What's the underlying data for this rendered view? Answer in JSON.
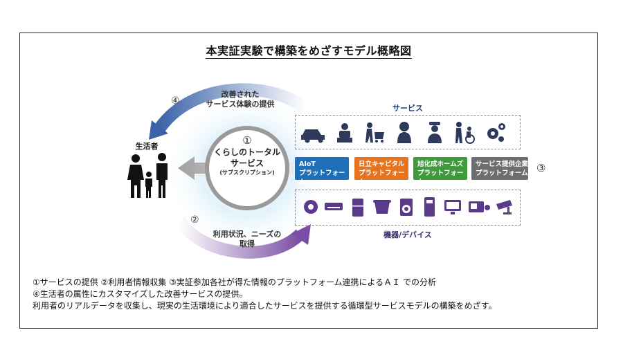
{
  "title": "本実証実験で構築をめざすモデル概略図",
  "consumer": {
    "label": "生活者"
  },
  "arcs": {
    "top": {
      "number": "④",
      "line1": "改善された",
      "line2": "サービス体験の提供"
    },
    "bottom": {
      "number": "②",
      "line1": "利用状況、ニーズの",
      "line2": "取得"
    }
  },
  "center": {
    "number": "①",
    "line1": "くらしのトータル",
    "line2": "サービス",
    "line3": "(サブスクリプション)"
  },
  "services": {
    "label": "サービス",
    "icons": [
      "car-icon",
      "delivery-person-icon",
      "shopping-cart-icon",
      "support-staff-icon",
      "security-guard-icon",
      "caregiver-wheelchair-icon",
      "gears-icon"
    ]
  },
  "platforms": [
    {
      "line1": "AIoT",
      "line2": "プラットフォーム",
      "color": "#1f6fb8"
    },
    {
      "line1": "日立キャピタル",
      "line2": "プラットフォーム",
      "color": "#e8731f"
    },
    {
      "line1": "旭化成ホームズ",
      "line2": "プラットフォーム",
      "color": "#3e9a3a"
    },
    {
      "line1": "サービス提供企業",
      "line2": "プラットフォーム",
      "color": "#6e6e6e"
    }
  ],
  "platforms_number": "③",
  "devices": {
    "label": "機器/デバイス",
    "icons": [
      "robot-cleaner-icon",
      "air-conditioner-icon",
      "refrigerator-icon",
      "rice-cooker-icon",
      "washing-machine-icon",
      "water-heater-icon",
      "tv-icon",
      "intercom-icon",
      "security-camera-icon"
    ]
  },
  "notes": [
    "①サービスの提供 ②利用者情報収集 ③実証参加各社が得た情報のプラットフォーム連携によるＡＩ での分析",
    "④生活者の属性にカスタマイズした改善サービスの提供。",
    "利用者のリアルデータを収集し、現実の生活環境により適合したサービスを提供する循環型サービスモデルの構築をめざす。"
  ],
  "colors": {
    "arc_top": "#3b63a8",
    "arc_bottom": "#7b4ea3",
    "icon_navy": "#2d3a5c",
    "icon_purple": "#5b3a8c"
  }
}
